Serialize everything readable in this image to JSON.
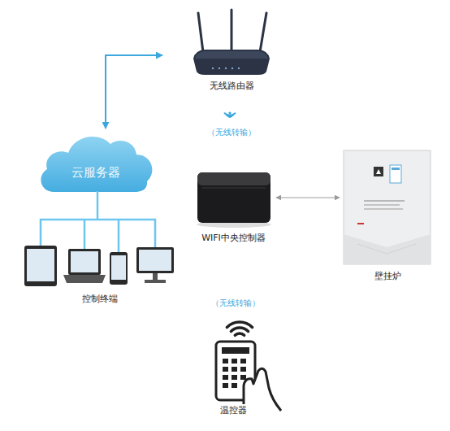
{
  "diagram": {
    "nodes": [
      {
        "text": [
          "无线路由器"
        ]
      },
      {
        "text": [
          "云服务器"
        ]
      },
      {
        "text": [
          "WIFI中央控制器"
        ]
      },
      {
        "text": [
          "壁挂炉"
        ]
      },
      {
        "text": [
          "控制终端"
        ]
      },
      {
        "text": [
          "温控器"
        ]
      }
    ],
    "edges": [
      {
        "from": 1,
        "to": 0,
        "arrow": "both"
      },
      {
        "from": 2,
        "to": 3,
        "arrow": "both"
      },
      {
        "from": 1,
        "to": 4,
        "arrow": "none"
      }
    ],
    "labels": [
      "（无线转输）",
      "（无线转输）"
    ]
  }
}
